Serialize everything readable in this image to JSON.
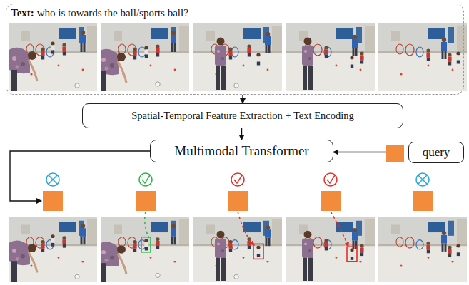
{
  "diagram": {
    "nodes": [
      {
        "text": [
          "Text:",
          "who is towards the ball/sports ball?"
        ]
      },
      {
        "text": [
          "Spatial-Temporal Feature Extraction + Text Encoding"
        ]
      },
      {
        "text": [
          "Multimodal Transformer"
        ]
      },
      {
        "text": [
          "query"
        ]
      }
    ],
    "edges": [
      {
        "from": 0,
        "to": 1,
        "arrow": "to"
      },
      {
        "from": 1,
        "to": 2,
        "arrow": "to"
      },
      {
        "from": 3,
        "to": 2,
        "arrow": "to"
      }
    ]
  }
}
